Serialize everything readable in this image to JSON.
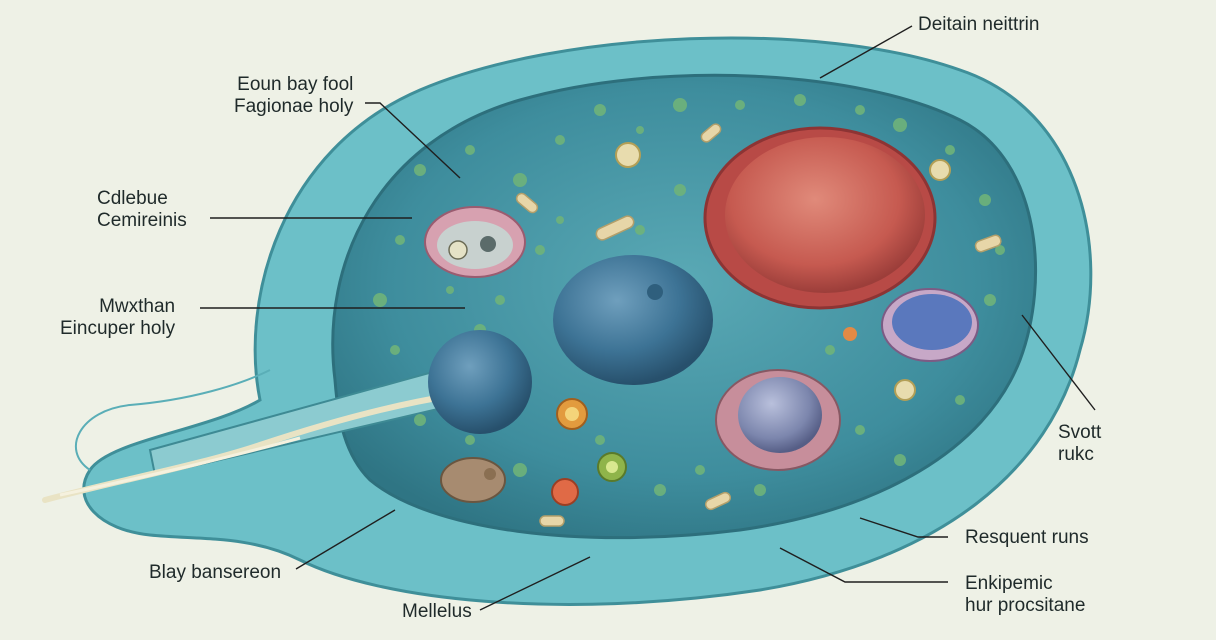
{
  "labels": [
    {
      "id": "top-right",
      "lines": [
        "Deitain neittrin"
      ]
    },
    {
      "id": "upper-left",
      "lines": [
        "Eoun bay fool",
        "Fagionae holy"
      ]
    },
    {
      "id": "left-1",
      "lines": [
        "Cdlebue",
        "Cemireinis"
      ]
    },
    {
      "id": "left-2",
      "lines": [
        "Mwxthan",
        "Eincuper holy"
      ]
    },
    {
      "id": "right-mid",
      "lines": [
        "Svott",
        "rukc"
      ]
    },
    {
      "id": "bottom-left",
      "lines": [
        "Blay bansereon"
      ]
    },
    {
      "id": "bottom-center",
      "lines": [
        "Mellelus"
      ]
    },
    {
      "id": "bottom-right-1",
      "lines": [
        "Resquent runs"
      ]
    },
    {
      "id": "bottom-right-2",
      "lines": [
        "Enkipemic",
        "hur procsitane"
      ]
    }
  ],
  "colors": {
    "background": "#eef1e6",
    "membrane": "#6cc0c8",
    "cytoplasm": "#3f93a3",
    "nucleus": "#c95f55",
    "vacuole": "#3c7798",
    "leader_line": "#1f1f1f"
  }
}
